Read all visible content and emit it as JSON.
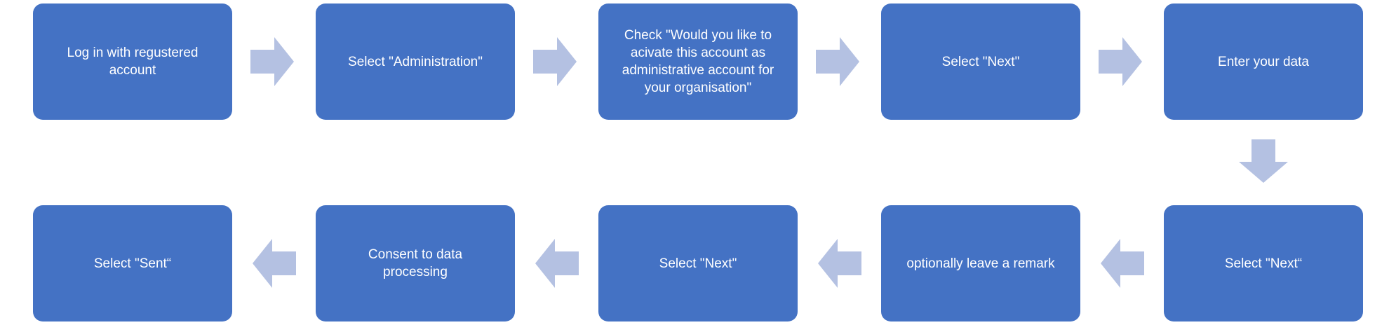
{
  "steps": [
    {
      "label": "Log in with regustered\naccount"
    },
    {
      "label": "Select \"Administration\""
    },
    {
      "label": "Check \"Would you like to\nacivate this account as\nadministrative account for\nyour organisation\""
    },
    {
      "label": "Select \"Next\""
    },
    {
      "label": "Enter your data"
    },
    {
      "label": "Select \"Next“"
    },
    {
      "label": "optionally leave a remark"
    },
    {
      "label": "Select \"Next\""
    },
    {
      "label": "Consent to data\nprocessing"
    },
    {
      "label": "Select \"Sent“"
    }
  ],
  "colors": {
    "box_fill": "#4472c4",
    "box_text": "#ffffff",
    "arrow_fill": "#b4c1e2"
  },
  "arrows": [
    {
      "direction": "right"
    },
    {
      "direction": "right"
    },
    {
      "direction": "right"
    },
    {
      "direction": "right"
    },
    {
      "direction": "down"
    },
    {
      "direction": "left"
    },
    {
      "direction": "left"
    },
    {
      "direction": "left"
    },
    {
      "direction": "left"
    }
  ]
}
